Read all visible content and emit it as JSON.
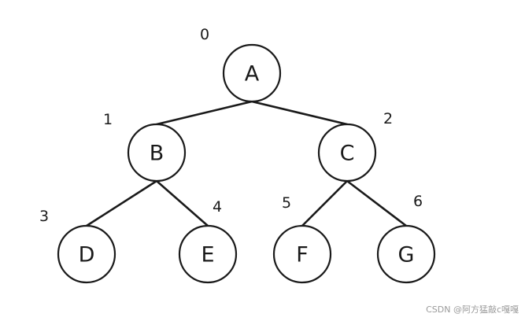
{
  "diagram": {
    "nodes": [
      {
        "id": "A",
        "label": "A",
        "index": "0"
      },
      {
        "id": "B",
        "label": "B",
        "index": "1"
      },
      {
        "id": "C",
        "label": "C",
        "index": "2"
      },
      {
        "id": "D",
        "label": "D",
        "index": "3"
      },
      {
        "id": "E",
        "label": "E",
        "index": "4"
      },
      {
        "id": "F",
        "label": "F",
        "index": "5"
      },
      {
        "id": "G",
        "label": "G",
        "index": "6"
      }
    ],
    "edges": [
      {
        "from": "A",
        "to": "B"
      },
      {
        "from": "A",
        "to": "C"
      },
      {
        "from": "B",
        "to": "D"
      },
      {
        "from": "B",
        "to": "E"
      },
      {
        "from": "C",
        "to": "F"
      },
      {
        "from": "C",
        "to": "G"
      }
    ]
  },
  "watermark": "CSDN @阿方猛敲c嘎嘎"
}
